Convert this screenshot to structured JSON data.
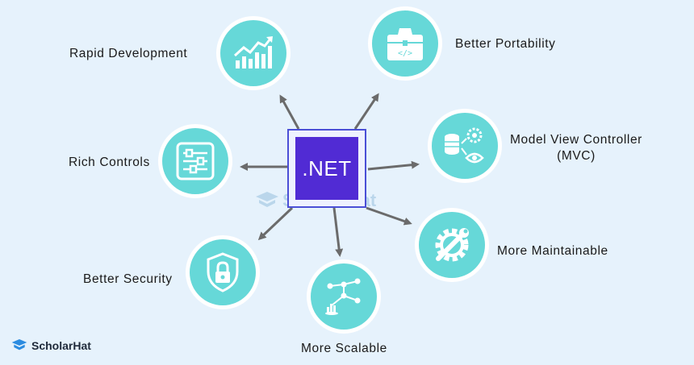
{
  "center": {
    "label": ".NET"
  },
  "watermark": {
    "text": "ScholarHat"
  },
  "brand": {
    "name": "ScholarHat",
    "color": "#2c8ce0"
  },
  "colors": {
    "node_fill": "#66d8d8",
    "center_fill": "#512bd4",
    "arrow": "#6b6b6b",
    "background": "#e6f2fc"
  },
  "features": [
    {
      "key": "rapid",
      "label": "Rapid Development",
      "icon": "growth-chart-icon"
    },
    {
      "key": "portability",
      "label": "Better Portability",
      "icon": "briefcase-code-icon"
    },
    {
      "key": "mvc",
      "label_line1": "Model View Controller",
      "label_line2": "(MVC)",
      "icon": "database-gear-eye-icon"
    },
    {
      "key": "rich",
      "label": "Rich Controls",
      "icon": "sliders-icon"
    },
    {
      "key": "maintainable",
      "label": "More Maintainable",
      "icon": "gear-wrench-icon"
    },
    {
      "key": "security",
      "label": "Better Security",
      "icon": "shield-lock-icon"
    },
    {
      "key": "scalable",
      "label": "More Scalable",
      "icon": "scalable-network-icon"
    }
  ]
}
